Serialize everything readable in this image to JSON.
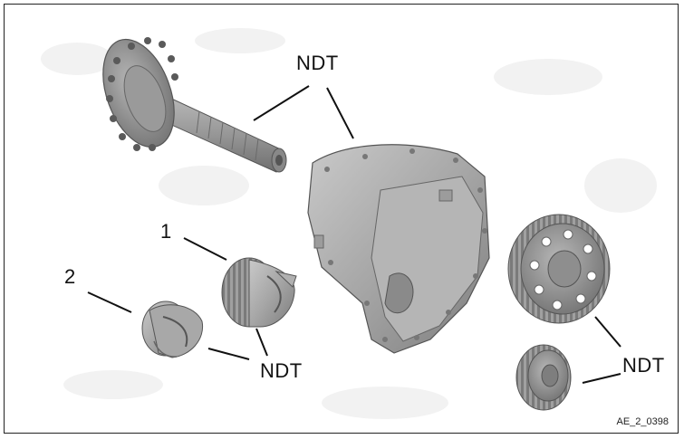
{
  "callouts": {
    "ndt_top": "NDT",
    "ndt_bottom_left": "NDT",
    "ndt_bottom_right": "NDT",
    "label_1": "1",
    "label_2": "2"
  },
  "figure_id": "AE_2_0398"
}
